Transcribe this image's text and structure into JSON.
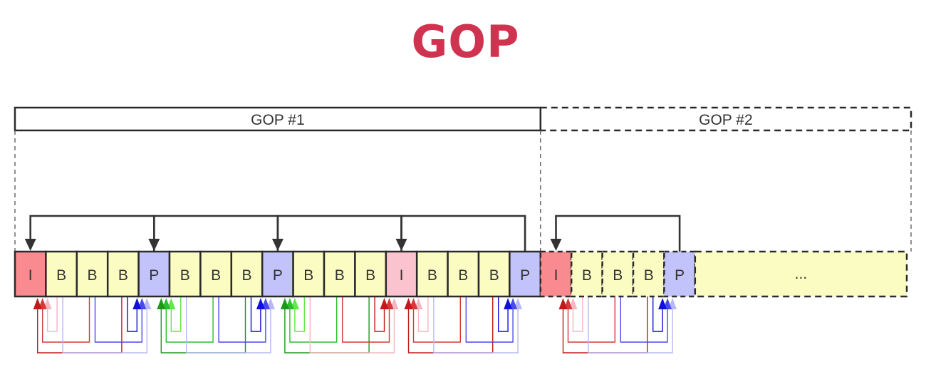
{
  "title": "GOP",
  "gops": [
    {
      "label": "GOP #1",
      "style": "solid"
    },
    {
      "label": "GOP #2",
      "style": "dashed"
    }
  ],
  "frames": [
    {
      "type": "I",
      "color": "#f98a8f",
      "gop": 1
    },
    {
      "type": "B",
      "color": "#fbfcc2",
      "gop": 1
    },
    {
      "type": "B",
      "color": "#fbfcc2",
      "gop": 1
    },
    {
      "type": "B",
      "color": "#fbfcc2",
      "gop": 1
    },
    {
      "type": "P",
      "color": "#c3c3fb",
      "gop": 1
    },
    {
      "type": "B",
      "color": "#fbfcc2",
      "gop": 1
    },
    {
      "type": "B",
      "color": "#fbfcc2",
      "gop": 1
    },
    {
      "type": "B",
      "color": "#fbfcc2",
      "gop": 1
    },
    {
      "type": "P",
      "color": "#c3c3fb",
      "gop": 1
    },
    {
      "type": "B",
      "color": "#fbfcc2",
      "gop": 1
    },
    {
      "type": "B",
      "color": "#fbfcc2",
      "gop": 1
    },
    {
      "type": "B",
      "color": "#fbfcc2",
      "gop": 1
    },
    {
      "type": "I",
      "color": "#fbc3cd",
      "gop": 1
    },
    {
      "type": "B",
      "color": "#fbfcc2",
      "gop": 1
    },
    {
      "type": "B",
      "color": "#fbfcc2",
      "gop": 1
    },
    {
      "type": "B",
      "color": "#fbfcc2",
      "gop": 1
    },
    {
      "type": "P",
      "color": "#c3c3fb",
      "gop": 1
    },
    {
      "type": "I",
      "color": "#f98a8f",
      "gop": 2
    },
    {
      "type": "B",
      "color": "#fbfcc2",
      "gop": 2
    },
    {
      "type": "B",
      "color": "#fbfcc2",
      "gop": 2
    },
    {
      "type": "B",
      "color": "#fbfcc2",
      "gop": 2
    },
    {
      "type": "P",
      "color": "#c3c3fb",
      "gop": 2
    }
  ],
  "continuation": {
    "label": "...",
    "color": "#fbfcc2"
  },
  "top_arrows": [
    {
      "from_frame": 4,
      "to_frame": 0
    },
    {
      "from_frame": 8,
      "to_frame": 4
    },
    {
      "from_frame": 12,
      "to_frame": 8
    },
    {
      "from_frame": 16,
      "to_frame": 12
    },
    {
      "from_frame": 21,
      "to_frame": 17
    }
  ],
  "bottom_refs": [
    {
      "from_frame": 1,
      "to_frame": 0,
      "color": "#f4b6c0"
    },
    {
      "from_frame": 2,
      "to_frame": 0,
      "color": "#d33a3a"
    },
    {
      "from_frame": 3,
      "to_frame": 0,
      "color": "#c01a1a"
    },
    {
      "from_frame": 1,
      "to_frame": 4,
      "color": "#b8b8f4"
    },
    {
      "from_frame": 2,
      "to_frame": 4,
      "color": "#4a4ae8"
    },
    {
      "from_frame": 3,
      "to_frame": 4,
      "color": "#1010d8"
    },
    {
      "from_frame": 5,
      "to_frame": 4,
      "color": "#62e84a"
    },
    {
      "from_frame": 6,
      "to_frame": 4,
      "color": "#2cbf2c"
    },
    {
      "from_frame": 7,
      "to_frame": 4,
      "color": "#1a9a1a"
    },
    {
      "from_frame": 5,
      "to_frame": 8,
      "color": "#b8b8f4"
    },
    {
      "from_frame": 6,
      "to_frame": 8,
      "color": "#4a4ae8"
    },
    {
      "from_frame": 7,
      "to_frame": 8,
      "color": "#1010d8"
    },
    {
      "from_frame": 9,
      "to_frame": 8,
      "color": "#62e84a"
    },
    {
      "from_frame": 10,
      "to_frame": 8,
      "color": "#2cbf2c"
    },
    {
      "from_frame": 11,
      "to_frame": 8,
      "color": "#1a9a1a"
    },
    {
      "from_frame": 9,
      "to_frame": 12,
      "color": "#f4b6c0"
    },
    {
      "from_frame": 10,
      "to_frame": 12,
      "color": "#d33a3a"
    },
    {
      "from_frame": 11,
      "to_frame": 12,
      "color": "#c01a1a"
    },
    {
      "from_frame": 13,
      "to_frame": 12,
      "color": "#f4b6c0"
    },
    {
      "from_frame": 14,
      "to_frame": 12,
      "color": "#d33a3a"
    },
    {
      "from_frame": 15,
      "to_frame": 12,
      "color": "#c01a1a"
    },
    {
      "from_frame": 13,
      "to_frame": 16,
      "color": "#b8b8f4"
    },
    {
      "from_frame": 14,
      "to_frame": 16,
      "color": "#4a4ae8"
    },
    {
      "from_frame": 15,
      "to_frame": 16,
      "color": "#1010d8"
    },
    {
      "from_frame": 18,
      "to_frame": 17,
      "color": "#f4b6c0"
    },
    {
      "from_frame": 19,
      "to_frame": 17,
      "color": "#d33a3a"
    },
    {
      "from_frame": 20,
      "to_frame": 17,
      "color": "#c01a1a"
    },
    {
      "from_frame": 18,
      "to_frame": 21,
      "color": "#b8b8f4"
    },
    {
      "from_frame": 19,
      "to_frame": 21,
      "color": "#4a4ae8"
    },
    {
      "from_frame": 20,
      "to_frame": 21,
      "color": "#1010d8"
    }
  ]
}
